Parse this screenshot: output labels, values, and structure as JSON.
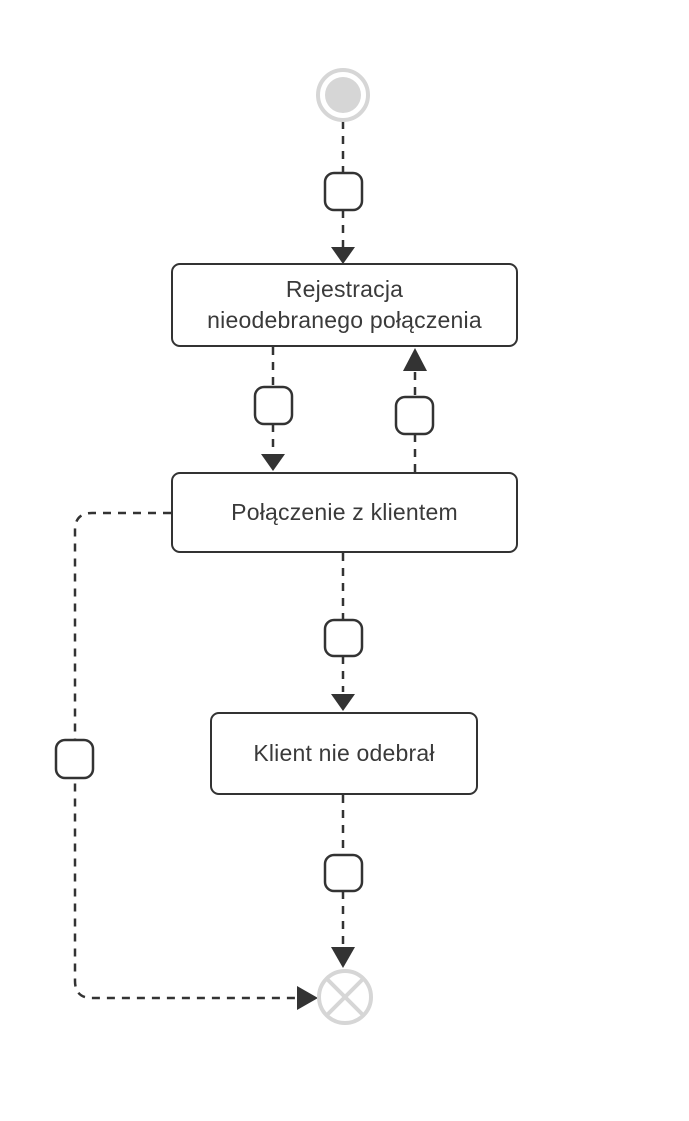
{
  "diagram": {
    "kind": "bpmn-flowchart",
    "background": "#ffffff",
    "colors": {
      "line": "#333333",
      "node_border": "#333333",
      "node_fill": "#ffffff",
      "event_gray": "#d6d6d6",
      "text": "#3a3a3a"
    },
    "nodes": {
      "start": {
        "kind": "start-event",
        "shape": "circle"
      },
      "tasks": [
        {
          "id": "task-1",
          "label": "Rejestracja nieodebranego połączenia",
          "lines": [
            "Rejestracja",
            "nieodebranego połączenia"
          ]
        },
        {
          "id": "task-2",
          "label": "Połączenie z klientem",
          "lines": [
            "Połączenie z klientem"
          ]
        },
        {
          "id": "task-3",
          "label": "Klient nie odebrał",
          "lines": [
            "Klient nie odebrał"
          ]
        }
      ],
      "end": {
        "kind": "end-event-cancel",
        "shape": "circle-x"
      }
    },
    "edges": [
      {
        "from": "start",
        "to": "task-1",
        "style": "dashed",
        "marker": "square"
      },
      {
        "from": "task-1",
        "to": "task-2",
        "style": "dashed",
        "marker": "square"
      },
      {
        "from": "task-2",
        "to": "task-1",
        "style": "dashed",
        "marker": "square"
      },
      {
        "from": "task-2",
        "to": "task-3",
        "style": "dashed",
        "marker": "square"
      },
      {
        "from": "task-3",
        "to": "end",
        "style": "dashed",
        "marker": "square"
      },
      {
        "from": "task-2",
        "to": "end",
        "style": "dashed",
        "marker": "square",
        "route": "left-bypass"
      }
    ]
  }
}
